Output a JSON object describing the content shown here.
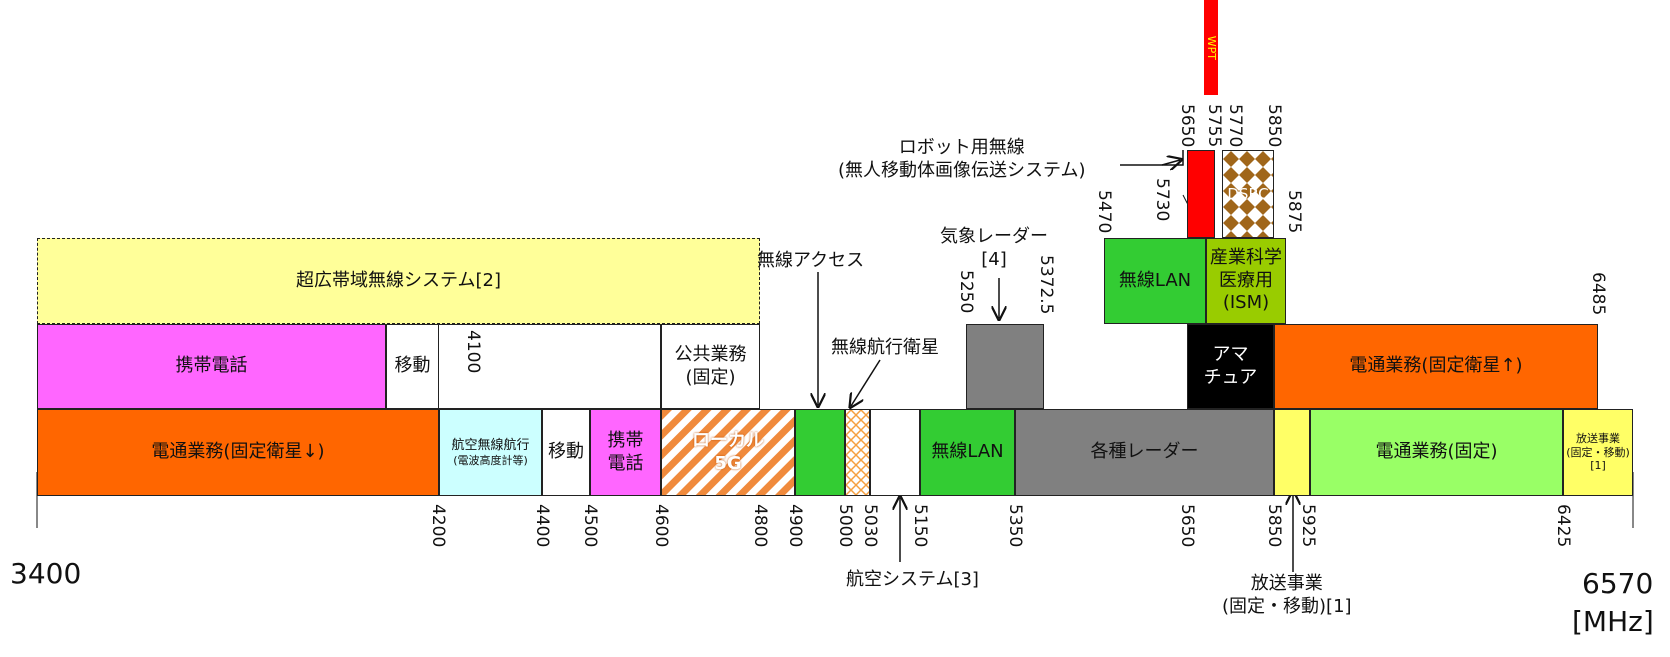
{
  "axis": {
    "start": "3400",
    "end": "6570",
    "unit": "[MHz]"
  },
  "upper_band": {
    "ultra_wideband": "超広帯域無線システム[2]"
  },
  "middle_band": {
    "mobile_phone": "携帯電話",
    "mobile": "移動",
    "public_service": "公共業務\n(固定)",
    "weather_radar": "",
    "amateur": "アマ\nチュア",
    "telecom_sat_up": "電通業務(固定衛星↑)",
    "wireless_lan": "無線LAN",
    "ism": "産業科学\n医療用\n(ISM)",
    "robot": "",
    "dsrc": "DSRC",
    "wpt": "WPT"
  },
  "lower_band": {
    "telecom_sat_down": "電通業務(固定衛星↓)",
    "aero_nav": "航空無線航行",
    "aero_nav_sub": "(電波高度計等)",
    "mobile": "移動",
    "mobile_phone": "携帯\n電話",
    "local_5g": "ローカル\n5G",
    "wireless_access": "",
    "radionav_sat": "",
    "aero_system": "",
    "wireless_lan": "無線LAN",
    "radars": "各種レーダー",
    "broadcast": "",
    "telecom_fixed": "電通業務(固定)",
    "broadcast_right": "放送事業\n(固定・移動)\n[1]"
  },
  "labels": {
    "wireless_access": "無線アクセス",
    "radionav_sat": "無線航行衛星",
    "weather_radar": "気象レーダー\n[4]",
    "robot": "ロボット用無線\n(無人移動体画像伝送システム)",
    "aero_system": "航空システム[3]",
    "broadcast": "放送事業\n(固定・移動)[1]"
  },
  "ticks": {
    "t4100": "4100",
    "t4200": "4200",
    "t4400": "4400",
    "t4500": "4500",
    "t4600": "4600",
    "t4800": "4800",
    "t4900": "4900",
    "t5000": "5000",
    "t5030": "5030",
    "t5150": "5150",
    "t5350": "5350",
    "t5650": "5650",
    "t5850": "5850",
    "t5925": "5925",
    "t6425": "6425",
    "t5250": "5250",
    "t5372": "5372.5",
    "t5470": "5470",
    "t5730": "5730",
    "t5875": "5875",
    "t6485": "6485",
    "t5650b": "5650",
    "t5755": "5755",
    "t5770": "5770",
    "t5850b": "5850"
  },
  "colors": {
    "orange": "#ff6600",
    "magenta": "#ff66ff",
    "yellow_light": "#ffff99",
    "cyan_light": "#ccffff",
    "green": "#33cc33",
    "gray": "#808080",
    "yellow": "#ffff66",
    "lime": "#99ff66",
    "olive": "#99cc00",
    "red": "#ff0000",
    "black": "#000000"
  }
}
